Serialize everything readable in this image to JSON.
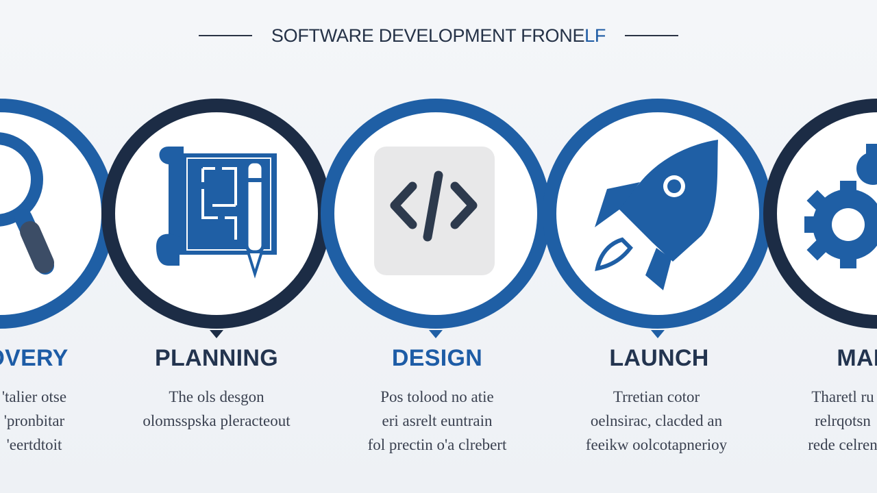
{
  "title": {
    "main": "SOFTWARE DEVELOPMENT FRONE",
    "accent": "LF"
  },
  "colors": {
    "navy": "#23344f",
    "blue": "#1d5ca6",
    "ring_blue": "#1f5fa5",
    "ring_navy": "#1c2c45",
    "background": "#eef1f5"
  },
  "stages": [
    {
      "label": "OVERY",
      "icon": "magnifier-icon",
      "desc": [
        "'talier otse",
        "'pronbitar",
        "'eertdtoit"
      ]
    },
    {
      "label": "PLANNING",
      "icon": "blueprint-pencil-icon",
      "desc": [
        "The ols desgon",
        "olomsspska pleracteout"
      ]
    },
    {
      "label": "DESIGN",
      "icon": "code-icon",
      "desc": [
        "Pos tolood no atie",
        "eri asrelt euntrain",
        "fol prectin o'a clrebert"
      ]
    },
    {
      "label": "LAUNCH",
      "icon": "rocket-icon",
      "desc": [
        "Trretian cotor",
        "oelnsirac, clacded an",
        "feeikw oolcotapnerioy"
      ]
    },
    {
      "label": "MAINT",
      "icon": "gear-icon",
      "desc": [
        "Tharetl ru",
        "relrqotsn",
        "rede celren"
      ]
    }
  ]
}
